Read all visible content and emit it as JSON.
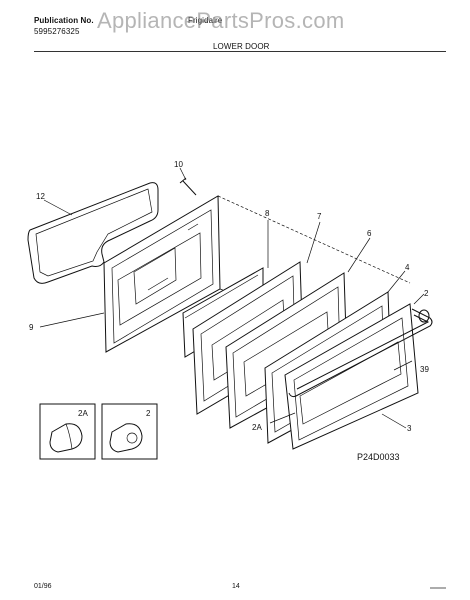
{
  "header": {
    "publication_label": "Publication No.",
    "publication_number": "5995276325",
    "brand": "Frigidaire",
    "section_title": "LOWER DOOR"
  },
  "watermark": "AppliancePartsPros.com",
  "callouts": [
    "12",
    "10",
    "8",
    "7",
    "6",
    "4",
    "2",
    "9",
    "39",
    "2A",
    "3"
  ],
  "insets": [
    {
      "label": "2A"
    },
    {
      "label": "2"
    }
  ],
  "diagram_id": "P24D0033",
  "footer": {
    "date": "01/96",
    "page": "14"
  }
}
